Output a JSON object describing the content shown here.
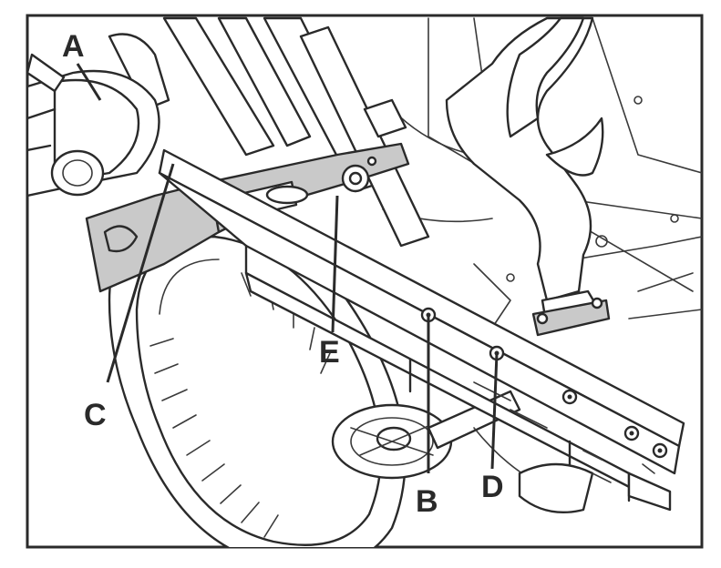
{
  "diagram": {
    "callouts": {
      "A": "A",
      "B": "B",
      "C": "C",
      "D": "D",
      "E": "E"
    }
  }
}
